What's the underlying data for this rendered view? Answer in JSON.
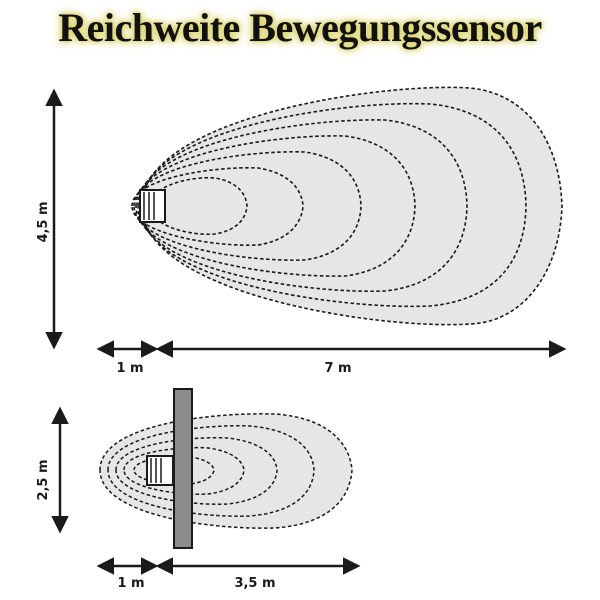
{
  "title": "Reichweite Bewegungssensor",
  "colors": {
    "zone_fill": "#e6e6e6",
    "line": "#1a1a1a",
    "wall": "#8c8c8c",
    "title_glow": "#d8d060"
  },
  "diagram_top": {
    "height_label": "4,5 m",
    "offset_label": "1 m",
    "range_label": "7 m"
  },
  "diagram_bottom": {
    "height_label": "2,5 m",
    "offset_label": "1 m",
    "range_label": "3,5 m"
  }
}
